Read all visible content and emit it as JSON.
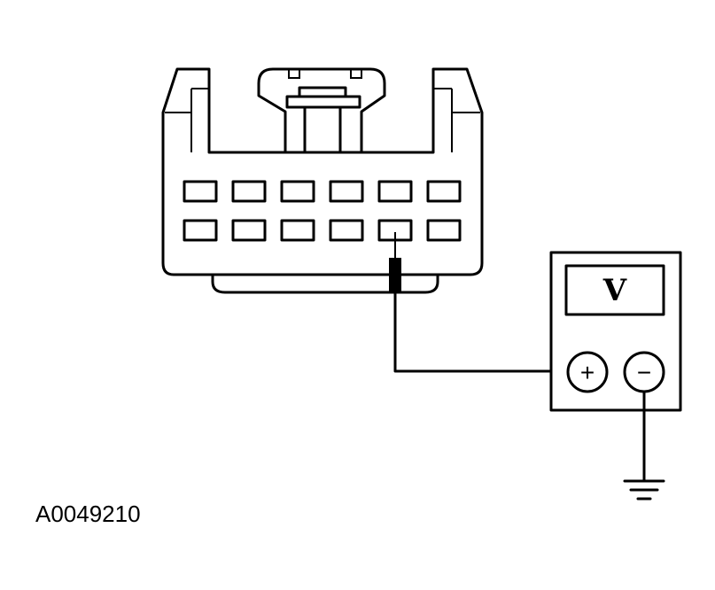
{
  "figure_id": "A0049210",
  "meter": {
    "display_symbol": "V",
    "positive_label": "+",
    "negative_label": "−"
  },
  "connector": {
    "rows": 2,
    "pins_per_row": 6,
    "probed_pin": {
      "row": 2,
      "position": 5
    }
  }
}
